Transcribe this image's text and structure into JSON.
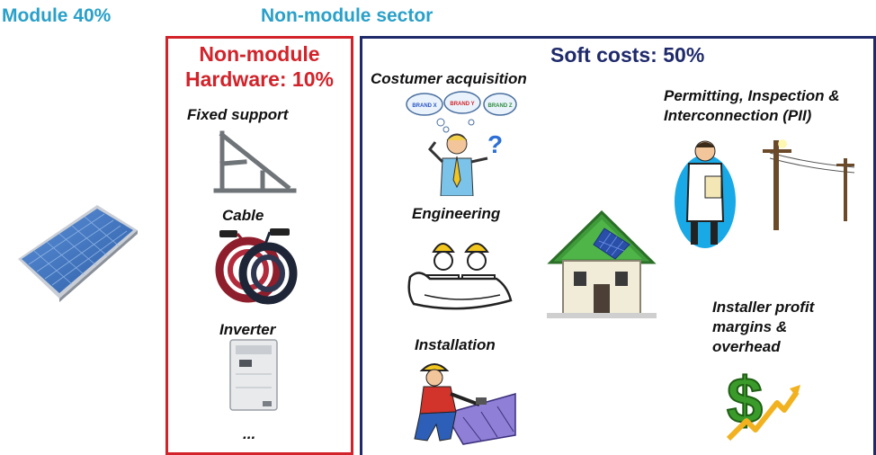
{
  "headers": {
    "module": "Module 40%",
    "non_module_sector": "Non-module sector"
  },
  "hardware": {
    "title_line1": "Non-module",
    "title_line2": "Hardware: 10%",
    "items": {
      "fixed_support": "Fixed support",
      "cable": "Cable",
      "inverter": "Inverter",
      "more": "..."
    }
  },
  "soft_costs": {
    "title": "Soft costs: 50%",
    "customer_acquisition": "Costumer acquisition",
    "brands": [
      "BRAND X",
      "BRAND Y",
      "BRAND Z"
    ],
    "engineering": "Engineering",
    "installation": "Installation",
    "pii_line1": "Permitting, Inspection &",
    "pii_line2": "Interconnection (PII)",
    "profit_line1": "Installer profit",
    "profit_line2": "margins &",
    "profit_line3": "overhead"
  },
  "colors": {
    "module_header": "#2aa0c9",
    "hardware_border": "#d2232a",
    "soft_border": "#1f2a6b"
  },
  "icons": [
    "solar-panel-icon",
    "fixed-support-icon",
    "cable-icon",
    "inverter-icon",
    "thinking-customer-icon",
    "engineers-icon",
    "installer-icon",
    "solar-house-icon",
    "inspector-icon",
    "power-pole-icon",
    "dollar-growth-icon"
  ]
}
